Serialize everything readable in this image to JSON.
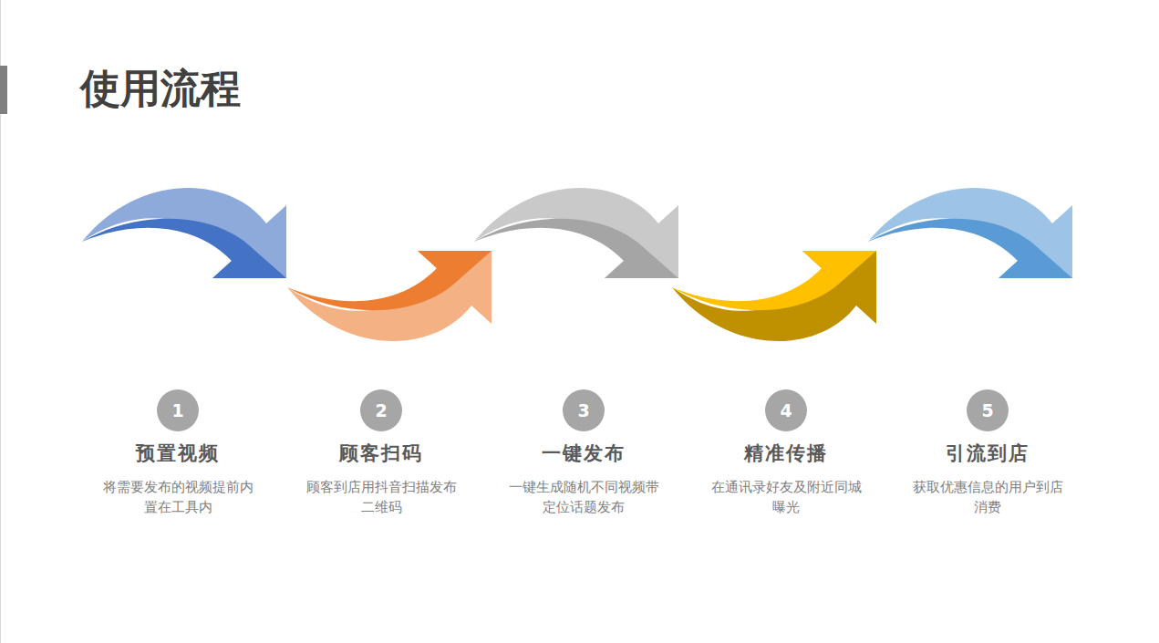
{
  "diagram": {
    "title": "使用流程",
    "nodes": [
      {
        "text": [
          "1",
          "预置视频",
          "将需要发布的视频提前内置在工具内"
        ]
      },
      {
        "text": [
          "2",
          "顾客扫码",
          "顾客到店用抖音扫描发布二维码"
        ]
      },
      {
        "text": [
          "3",
          "一键发布",
          "一键生成随机不同视频带定位话题发布"
        ]
      },
      {
        "text": [
          "4",
          "精准传播",
          "在通讯录好友及附近同城曝光"
        ]
      },
      {
        "text": [
          "5",
          "引流到店",
          "获取优惠信息的用户到店消费"
        ]
      }
    ]
  }
}
